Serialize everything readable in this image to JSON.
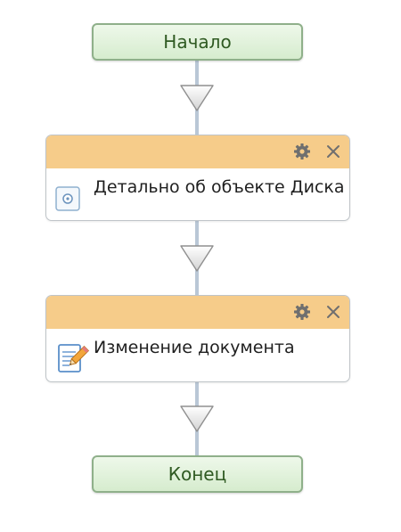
{
  "workflow": {
    "start_label": "Начало",
    "end_label": "Конец",
    "actions": [
      {
        "title": "Детально об объекте Диска",
        "icon": "disk-object-icon"
      },
      {
        "title": "Изменение документа",
        "icon": "edit-document-icon"
      }
    ],
    "tools": {
      "settings_icon": "gear-icon",
      "close_icon": "close-icon"
    }
  },
  "colors": {
    "terminal_fill": "#d6ecce",
    "terminal_border": "#8fb08a",
    "action_header": "#f6cc8a",
    "connector": "#b9c7d6"
  }
}
